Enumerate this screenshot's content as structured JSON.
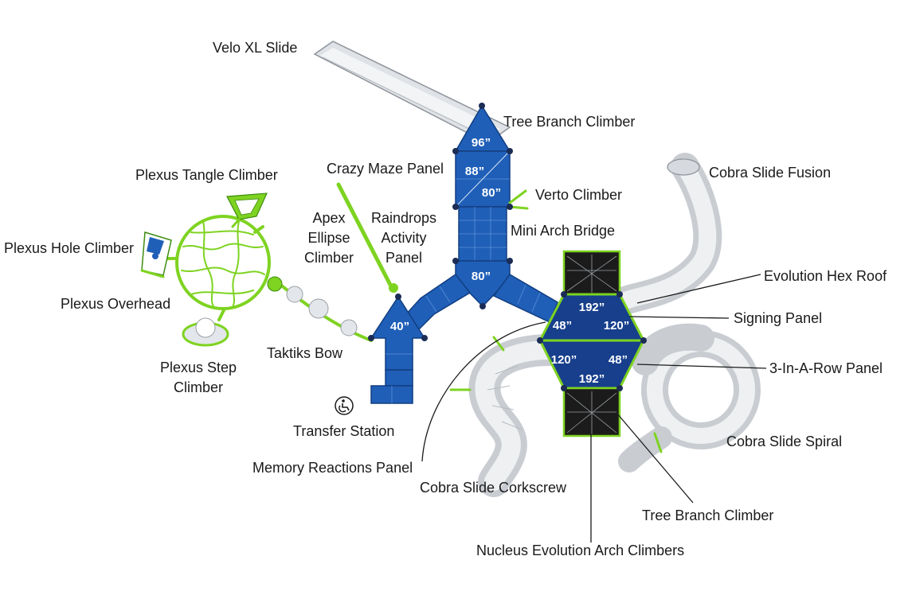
{
  "labels": {
    "velo_xl_slide": "Velo XL Slide",
    "tree_branch_climber_top": "Tree Branch Climber",
    "crazy_maze_panel": "Crazy Maze Panel",
    "verto_climber": "Verto Climber",
    "cobra_slide_fusion": "Cobra Slide Fusion",
    "plexus_tangle_climber": "Plexus Tangle Climber",
    "apex_ellipse_climber_1": "Apex",
    "apex_ellipse_climber_2": "Ellipse",
    "apex_ellipse_climber_3": "Climber",
    "raindrops_activity_panel_1": "Raindrops",
    "raindrops_activity_panel_2": "Activity",
    "raindrops_activity_panel_3": "Panel",
    "mini_arch_bridge": "Mini Arch Bridge",
    "plexus_hole_climber": "Plexus Hole Climber",
    "evolution_hex_roof": "Evolution Hex Roof",
    "plexus_overhead": "Plexus Overhead",
    "signing_panel": "Signing Panel",
    "taktiks_bow": "Taktiks Bow",
    "plexus_step_climber_1": "Plexus Step",
    "plexus_step_climber_2": "Climber",
    "three_in_a_row_panel": "3-In-A-Row Panel",
    "transfer_station": "Transfer Station",
    "cobra_slide_spiral": "Cobra Slide Spiral",
    "memory_reactions_panel": "Memory Reactions Panel",
    "cobra_slide_corkscrew": "Cobra Slide Corkscrew",
    "tree_branch_climber_bottom": "Tree Branch Climber",
    "nucleus_evolution_arch_climbers": "Nucleus Evolution Arch Climbers"
  },
  "deck_heights": {
    "top_triangle": "96”",
    "upper_deck": "88”",
    "lower_deck": "80”",
    "hub_deck": "80”",
    "left_deck": "40”",
    "hex_upper_top": "192”",
    "hex_upper_left": "48”",
    "hex_upper_right": "120”",
    "hex_lower_left": "120”",
    "hex_lower_right": "48”",
    "hex_lower_bottom": "192”"
  },
  "icons": {
    "transfer_station": "wheelchair-accessible-icon"
  },
  "colors": {
    "deck_blue": "#1f5fb8",
    "hex_roof_blue": "#173f8c",
    "accent_green": "#7ed321",
    "slide_gray": "#dfe2e6"
  }
}
